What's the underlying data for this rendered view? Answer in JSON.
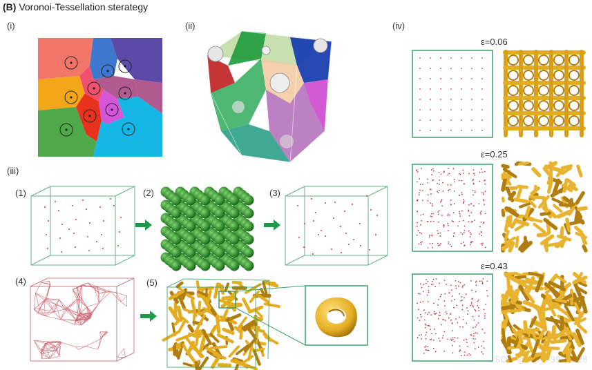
{
  "figure": {
    "panel_letter": "(B)",
    "title": "Voronoi-Tessellation sterategy",
    "panels": {
      "i": "(i)",
      "ii": "(ii)",
      "iii": "(iii)",
      "iv": "(iv)"
    },
    "steps": [
      "(1)",
      "(2)",
      "(3)",
      "(4)",
      "(5)"
    ],
    "epsilon_labels": [
      "ε=0.06",
      "ε=0.25",
      "ε=0.43"
    ],
    "watermark": "CSDN @m0_63901828"
  },
  "colors": {
    "box_green": "#3aa06a",
    "point_red": "#c0394a",
    "lattice_gold": "#e8b430",
    "sphere_green": "#2e8b2e",
    "arrow_green": "#1f9a4a"
  }
}
